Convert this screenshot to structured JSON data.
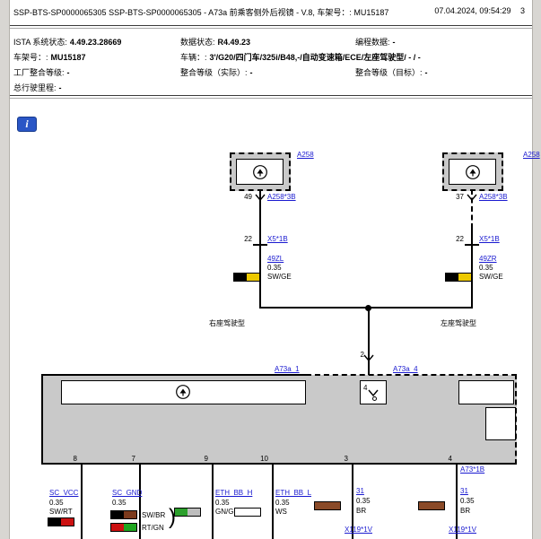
{
  "colors": {
    "link": "#1a1ad0",
    "box-fill": "#c9c9c9",
    "frame-bg": "#d8d6d2",
    "info-blue": "#2a56c6"
  },
  "header": {
    "title": "SSP-BTS-SP0000065305 SSP-BTS-SP0000065305 - A73a 前乘客侧外后视镜 - V.8, 车架号：: MU15187",
    "datetime": "07.04.2024, 09:54:29",
    "page_number": "3"
  },
  "status": {
    "ista_label": "ISTA 系统状态:",
    "ista_value": "4.49.23.28669",
    "data_label": "数据状态:",
    "data_value": "R4.49.23",
    "prog_label": "编程数据:",
    "prog_value": "-",
    "vin_label": "车架号：:",
    "vin_value": "MU15187",
    "vehicle_label": "车辆：:",
    "vehicle_value": "3'/G20/四门车/325i/B48,-/自动变速箱/ECE/左座驾驶型/ - / -",
    "factory_il_label": "工厂整合等级:",
    "factory_il_value": "-",
    "il_actual_label": "整合等级（实际）:",
    "il_actual_value": "-",
    "il_target_label": "整合等级（目标）:",
    "il_target_value": "-",
    "mileage_label": "总行驶里程:",
    "mileage_value": "-"
  },
  "toolbar": {
    "info_button": "i"
  },
  "diagram": {
    "left_branch": {
      "box_label": "A258",
      "pin": "49",
      "pin_connector": "A258*3B",
      "splice_pin": "22",
      "splice_connector": "X5*1B",
      "wire_name": "49ZL",
      "wire_gauge": "0.35",
      "wire_color": "SW/GE",
      "chip": [
        "#000000",
        "#edc900"
      ],
      "variant_label": "右座驾驶型"
    },
    "right_branch": {
      "box_label": "A258",
      "pin": "37",
      "pin_connector": "A258*3B",
      "splice_pin": "22",
      "splice_connector": "X5*1B",
      "wire_name": "49ZR",
      "wire_gauge": "0.35",
      "wire_color": "SW/GE",
      "chip": [
        "#000000",
        "#edc900"
      ],
      "variant_label": "左座驾驶型"
    },
    "junction_pin": "2",
    "twist_bracket": ")",
    "module": {
      "label_left": "A73a_1",
      "label_mid": "A73a_4",
      "inner_pin": "4",
      "connector_label": "A73*1B"
    },
    "bottom_wires": [
      {
        "pin": "8",
        "name": "SC_VCC",
        "gauge": "0.35",
        "color": "SW/RT",
        "chip": [
          "#000000",
          "#cc1111"
        ]
      },
      {
        "pin": "7",
        "name": "SC_GND",
        "gauge": "0.35",
        "color": "SW/BR",
        "chip": [
          "#000000",
          "#7c3a1d"
        ],
        "color_alt": "RT/GN",
        "chip_alt": [
          "#cc1111",
          "#1fa51f"
        ]
      },
      {
        "pin": "9",
        "name": "ETH_BB_H",
        "gauge": "0.35",
        "color": "GN/GR",
        "chip": [
          "#2ca02c",
          "#bdbdbd"
        ]
      },
      {
        "pin": "10",
        "name": "ETH_BB_L",
        "gauge": "0.35",
        "color": "WS",
        "chip": [
          "#ffffff"
        ]
      },
      {
        "pin": "3",
        "name": "31",
        "gauge": "0.35",
        "color": "BR",
        "chip": [
          "#8a4a28"
        ],
        "connector": "X119*1V"
      },
      {
        "pin": "4",
        "name": "31",
        "gauge": "0.35",
        "color": "BR",
        "chip": [
          "#8a4a28"
        ],
        "connector": "X119*1V"
      }
    ]
  }
}
